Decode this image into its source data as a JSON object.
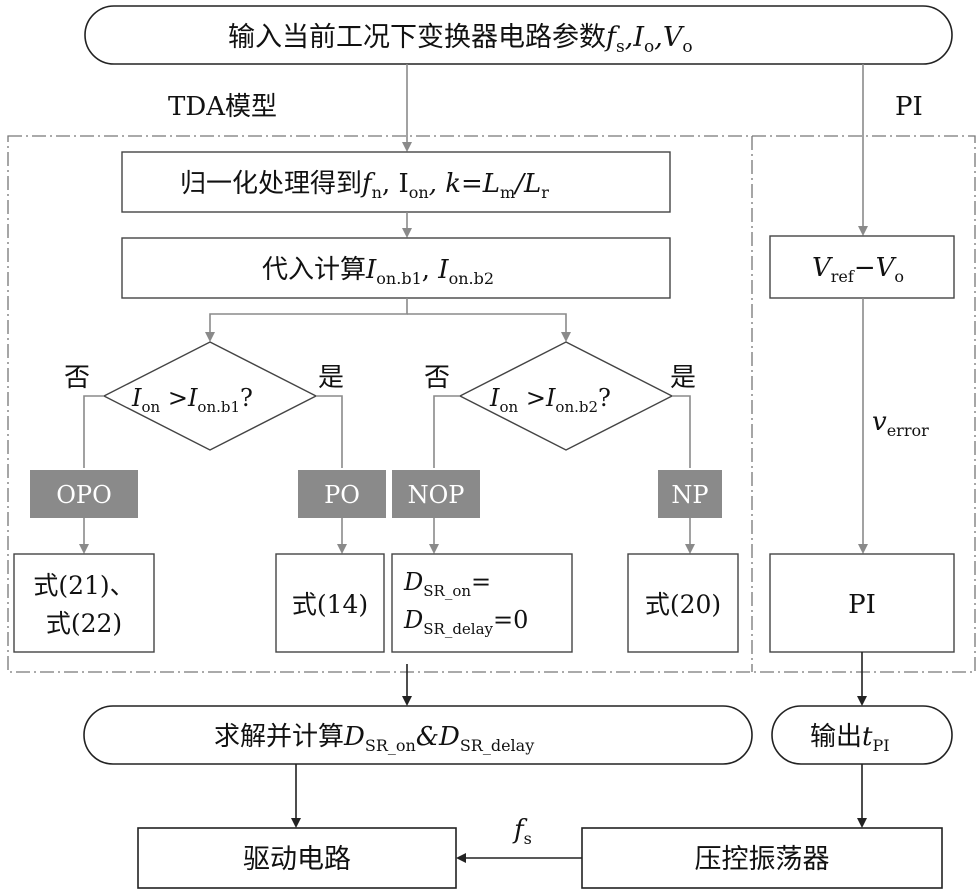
{
  "nodes": {
    "input": {
      "text": "输入当前工况下变换器电路参数",
      "math": [
        [
          "f",
          "s"
        ],
        [
          ",I",
          "o"
        ],
        [
          ",V",
          "o"
        ]
      ]
    },
    "normalize": {
      "text": "归一化处理得到",
      "tail": "f",
      "tail_sub": "n",
      "mid": ", I",
      "mid_sub": "on",
      "k": ", k=L",
      "k_sub": "m",
      "lr": "/L",
      "lr_sub": "r"
    },
    "calc": {
      "text": "代入计算",
      "i1": "I",
      "i1_sub": "on.b1",
      "sep": ", ",
      "i2": "I",
      "i2_sub": "on.b2"
    },
    "decision1": {
      "a": "I",
      "a_sub": "on",
      "op": " >",
      "b": "I",
      "b_sub": "on.b1",
      "q": "?"
    },
    "decision2": {
      "a": "I",
      "a_sub": "on",
      "op": " >",
      "b": "I",
      "b_sub": "on.b2",
      "q": "?"
    },
    "no1": "否",
    "yes1": "是",
    "no2": "否",
    "yes2": "是",
    "opo": "OPO",
    "po": "PO",
    "nop": "NOP",
    "np": "NP",
    "eq_opo_1": "式(21)、",
    "eq_opo_2": "式(22)",
    "eq_po": "式(14)",
    "eq_nop": {
      "d1": "D",
      "d1_sub": "SR_on",
      "eq1": "=",
      "d2": "D",
      "d2_sub": "SR_delay",
      "eq2": "=0"
    },
    "eq_np": "式(20)",
    "solve": {
      "text": "求解并计算",
      "d1": "D",
      "d1_sub": "SR_on",
      "amp": "&D",
      "d2_sub": "SR_delay"
    },
    "drive": "驱动电路",
    "vref": {
      "v": "V",
      "v_sub": "ref",
      "minus": "−V",
      "o_sub": "o"
    },
    "verror": {
      "v": "v",
      "v_sub": "error"
    },
    "pi_box": "PI",
    "output": {
      "text": "输出",
      "t": "t",
      "t_sub": "PI"
    },
    "vco": "压控振荡器",
    "fs_label": {
      "f": "f",
      "f_sub": "s"
    }
  },
  "regions": {
    "tda": "TDA模型",
    "pi": "PI"
  }
}
